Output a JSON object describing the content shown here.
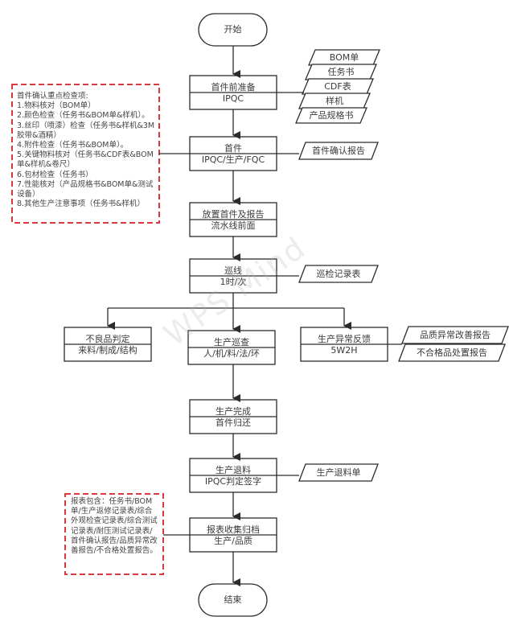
{
  "diagram": {
    "start": "开始",
    "end": "结束",
    "steps": [
      {
        "id": "prep",
        "title": "首件前准备",
        "sub": "IPQC"
      },
      {
        "id": "first",
        "title": "首件",
        "sub": "IPQC/生产/FQC"
      },
      {
        "id": "place",
        "title": "放置首件及报告",
        "sub": "流水线前面"
      },
      {
        "id": "patrol",
        "title": "巡线",
        "sub": "1时/次"
      },
      {
        "id": "defect",
        "title": "不良品判定",
        "sub": "来料/制成/结构"
      },
      {
        "id": "inspect",
        "title": "生产巡查",
        "sub": "人/机/料/法/环"
      },
      {
        "id": "feedback",
        "title": "生产异常反馈",
        "sub": "5W2H"
      },
      {
        "id": "done",
        "title": "生产完成",
        "sub": "首件归还"
      },
      {
        "id": "return",
        "title": "生产退料",
        "sub": "IPQC判定签字"
      },
      {
        "id": "archive",
        "title": "报表收集归档",
        "sub": "生产/品质"
      }
    ],
    "documents": {
      "prep": [
        "BOM单",
        "任务书",
        "CDF表",
        "样机",
        "产品规格书"
      ],
      "first": [
        "首件确认报告"
      ],
      "patrol": [
        "巡检记录表"
      ],
      "feedback": [
        "品质异常改善报告",
        "不合格品处置报告"
      ],
      "return": [
        "生产退料单"
      ]
    },
    "notes": {
      "first_check": "首件确认重点检查项:\n1.物料核对（BOM单）\n2.颜色检查（任务书&BOM单&样机）。\n3.丝印（喷漆）检查（任务书&样机&3M胶带&酒精）\n4.附件检查（任务书&BOM单）。\n5.关键物料核对（任务书&CDF表&BOM单&样机&卷尺）\n6.包材检查（任务书）\n7.性能核对（产品规格书&BOM单&测试设备）\n8.其他生产注意事项（任务书&样机）",
      "reports": "报表包含：任务书/BOM单/生产返修记录表/综合外观检查记录表/综合测试记录表/耐压测试记录表/首件确认报告/品质异常改善报告/不合格处置报告。"
    },
    "watermark": "WPS Mind",
    "colors": {
      "line": "#2b2b2b",
      "note_border": "#d9383f",
      "text": "#3a3a3a"
    }
  }
}
